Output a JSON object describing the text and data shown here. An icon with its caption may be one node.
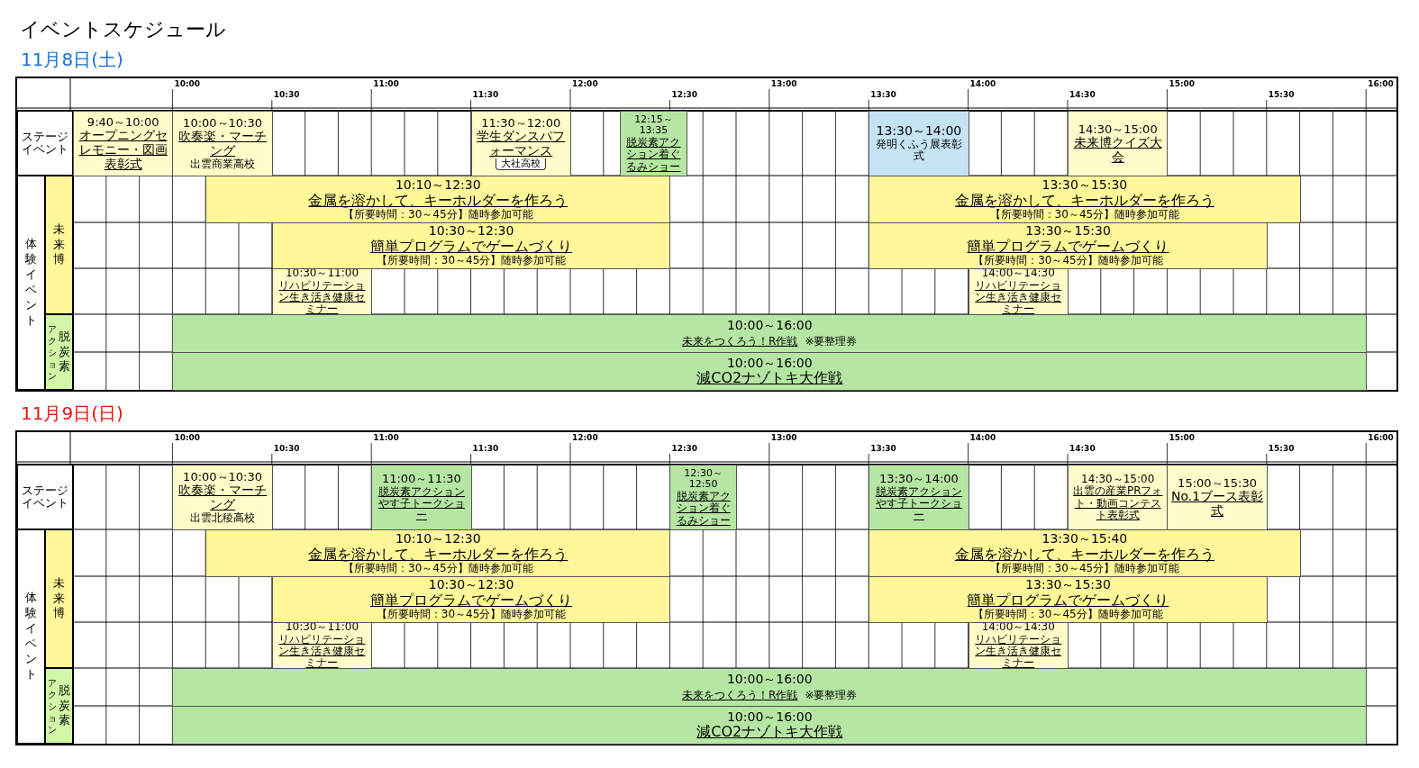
{
  "diagram": {
    "title": "イベントスケジュール",
    "nodes": [
      {
        "text": [
          "11月8日(土)"
        ]
      },
      {
        "text": [
          "ステージイベント"
        ],
        "in": 0
      },
      {
        "text": [
          "体験イベント"
        ],
        "in": 0
      },
      {
        "text": [
          "未来博"
        ],
        "in": 0
      },
      {
        "text": [
          "アクション",
          "脱炭素"
        ],
        "in": 0
      },
      {
        "text": [
          "9:40～10:00",
          "オープニングセレモニー・図画表彰式"
        ],
        "in": 0
      },
      {
        "text": [
          "10:00～10:30",
          "吹奏楽・マーチング",
          "出雲商業高校"
        ],
        "in": 0
      },
      {
        "text": [
          "11:30～12:00",
          "学生ダンスパフォーマンス",
          "大社高校"
        ],
        "in": 0
      },
      {
        "text": [
          "12:15～13:35",
          "脱炭素アクション着ぐるみショー"
        ],
        "in": 0
      },
      {
        "text": [
          "13:30～14:00",
          "発明くふう展表彰式"
        ],
        "in": 0
      },
      {
        "text": [
          "14:30～15:00",
          "未来博クイズ大会"
        ],
        "in": 0
      },
      {
        "text": [
          "10:10～12:30",
          "金属を溶かして、キーホルダーを作ろう",
          "【所要時間：30～45分】随時参加可能"
        ],
        "in": 0
      },
      {
        "text": [
          "13:30～15:30",
          "金属を溶かして、キーホルダーを作ろう",
          "【所要時間：30～45分】随時参加可能"
        ],
        "in": 0
      },
      {
        "text": [
          "10:30～12:30",
          "簡単プログラムでゲームづくり",
          "【所要時間：30～45分】随時参加可能"
        ],
        "in": 0
      },
      {
        "text": [
          "13:30～15:30",
          "簡単プログラムでゲームづくり",
          "【所要時間：30～45分】随時参加可能"
        ],
        "in": 0
      },
      {
        "text": [
          "10:30～11:00",
          "リハビリテーション生き活き健康セミナー"
        ],
        "in": 0
      },
      {
        "text": [
          "14:00～14:30",
          "リハビリテーション生き活き健康セミナー"
        ],
        "in": 0
      },
      {
        "text": [
          "10:00～16:00",
          "未来をつくろう！R作戦",
          "※要整理券"
        ],
        "in": 0
      },
      {
        "text": [
          "10:00～16:00",
          "減CO2ナゾトキ大作戦"
        ],
        "in": 0
      },
      {
        "text": [
          "11月9日(日)"
        ]
      },
      {
        "text": [
          "ステージイベント"
        ],
        "in": 19
      },
      {
        "text": [
          "体験イベント"
        ],
        "in": 19
      },
      {
        "text": [
          "未来博"
        ],
        "in": 19
      },
      {
        "text": [
          "アクション",
          "脱炭素"
        ],
        "in": 19
      },
      {
        "text": [
          "10:00～10:30",
          "吹奏楽・マーチング",
          "出雲北稜高校"
        ],
        "in": 19
      },
      {
        "text": [
          "11:00～11:30",
          "脱炭素アクションやす子トークショー"
        ],
        "in": 19
      },
      {
        "text": [
          "12:30～12:50",
          "脱炭素アクション着ぐるみショー"
        ],
        "in": 19
      },
      {
        "text": [
          "13:30～14:00",
          "脱炭素アクションやす子トークショー"
        ],
        "in": 19
      },
      {
        "text": [
          "14:30～15:00",
          "出雲の産業PRフォト・動画コンテスト表彰式"
        ],
        "in": 19
      },
      {
        "text": [
          "15:00～15:30",
          "No.1ブース表彰式"
        ],
        "in": 19
      },
      {
        "text": [
          "10:10～12:30",
          "金属を溶かして、キーホルダーを作ろう",
          "【所要時間：30～45分】随時参加可能"
        ],
        "in": 19
      },
      {
        "text": [
          "13:30～15:40",
          "金属を溶かして、キーホルダーを作ろう",
          "【所要時間：30～45分】随時参加可能"
        ],
        "in": 19
      },
      {
        "text": [
          "10:30～12:30",
          "簡単プログラムでゲームづくり",
          "【所要時間：30～45分】随時参加可能"
        ],
        "in": 19
      },
      {
        "text": [
          "13:30～15:30",
          "簡単プログラムでゲームづくり",
          "【所要時間：30～45分】随時参加可能"
        ],
        "in": 19
      },
      {
        "text": [
          "10:30～11:00",
          "リハビリテーション生き活き健康セミナー"
        ],
        "in": 19
      },
      {
        "text": [
          "14:00～14:30",
          "リハビリテーション生き活き健康セミナー"
        ],
        "in": 19
      },
      {
        "text": [
          "10:00～16:00",
          "未来をつくろう！R作戦",
          "※要整理券"
        ],
        "in": 19
      },
      {
        "text": [
          "10:00～16:00",
          "減CO2ナゾトキ大作戦"
        ],
        "in": 19
      }
    ],
    "labels": [
      "10:00",
      "10:30",
      "11:00",
      "11:30",
      "12:00",
      "12:30",
      "13:00",
      "13:30",
      "14:00",
      "14:30",
      "15:00",
      "15:30",
      "16:00",
      "10:00",
      "10:30",
      "11:00",
      "11:30",
      "12:00",
      "12:30",
      "13:00",
      "13:30",
      "14:00",
      "14:30",
      "15:00",
      "15:30",
      "16:00"
    ]
  }
}
